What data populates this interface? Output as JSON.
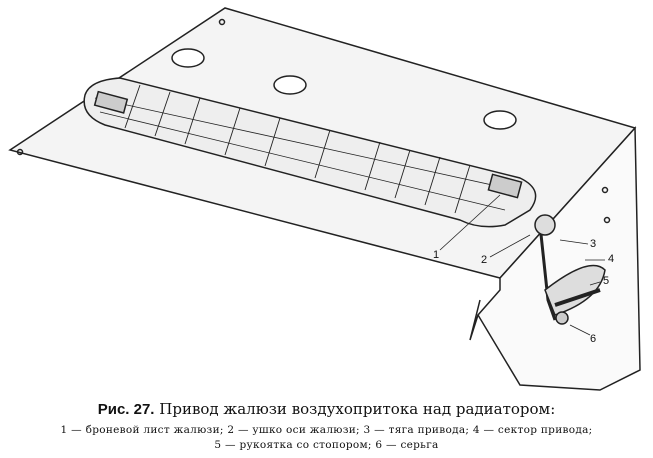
{
  "figure": {
    "callouts": [
      "1",
      "2",
      "3",
      "4",
      "5",
      "6"
    ],
    "caption": {
      "number": "Рис. 27.",
      "title": "Привод жалюзи воздухопритока над радиатором:",
      "legend_line1": "1 — броневой лист жалюзи; 2 — ушко оси жалюзи; 3 — тяга привода; 4 — сектор привода;",
      "legend_line2": "5 — рукоятка со стопором; 6 — серьга"
    }
  }
}
